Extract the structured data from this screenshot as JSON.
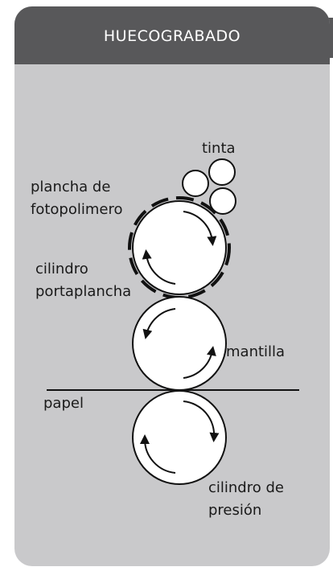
{
  "header": {
    "title": "HUECOGRABADO"
  },
  "labels": {
    "ink": "tinta",
    "plate_line1": "plancha de",
    "plate_line2": "fotopolimero",
    "plate_cylinder_line1": "cilindro",
    "plate_cylinder_line2": "portaplancha",
    "blanket": "mantilla",
    "paper": "papel",
    "pressure_cylinder_line1": "cilindro de",
    "pressure_cylinder_line2": "presión"
  },
  "colors": {
    "header_bg": "#58585a",
    "panel_bg": "#c9c9cb",
    "stroke": "#111111",
    "cylinder_fill": "#ffffff"
  }
}
